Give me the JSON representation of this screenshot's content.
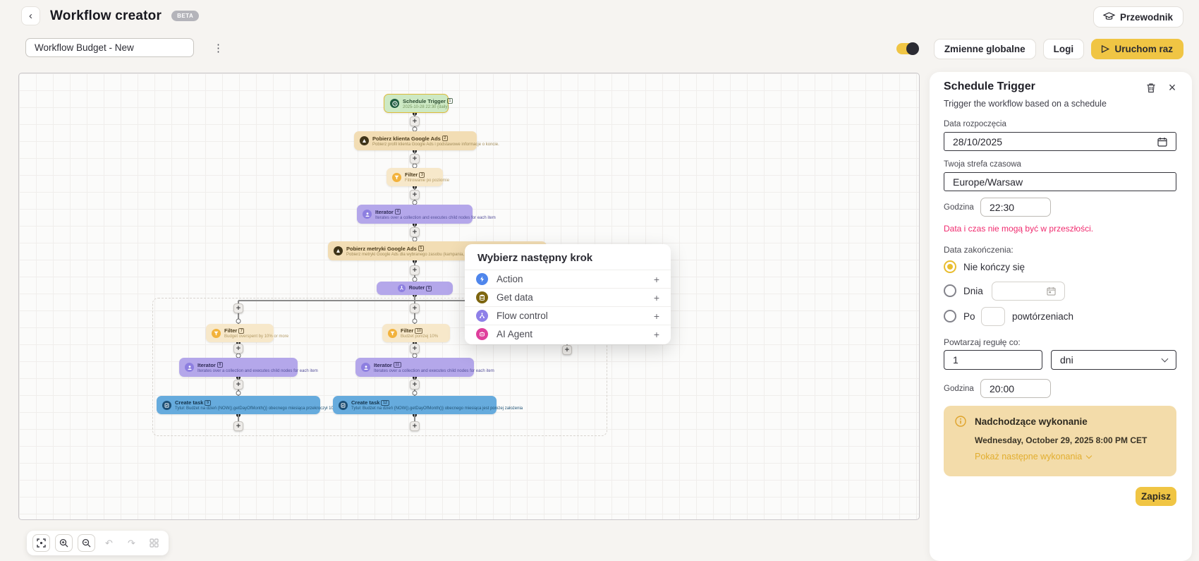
{
  "icons": {
    "plus": "+",
    "back": "‹",
    "kebab": "⋮",
    "close": "×",
    "play": "▷",
    "undo": "↶",
    "redo": "↷"
  },
  "colors": {
    "accent_yellow": "#f0c544",
    "error_pink": "#f02a6e",
    "info_bg": "#f3dcaa",
    "selected_node_border": "#dcbc3a"
  },
  "header": {
    "title": "Workflow creator",
    "beta_badge": "BETA",
    "guide_button": "Przewodnik"
  },
  "toolbar": {
    "workflow_name": "Workflow Budget - New",
    "globals_button": "Zmienne globalne",
    "logs_button": "Logi",
    "run_once_button": "Uruchom raz"
  },
  "canvas": {
    "nodes": [
      {
        "title": "Schedule Trigger",
        "badge": "1",
        "subtitle": "2025-10-28 22:30 (daily)"
      },
      {
        "title": "Pobierz klienta Google Ads",
        "badge": "2",
        "subtitle": "Pobierz profil klienta Google Ads i podstawowe informacje o koncie."
      },
      {
        "title": "Filter",
        "badge": "3",
        "subtitle": "Filtrowanie po poziomie"
      },
      {
        "title": "Iterator",
        "badge": "4",
        "subtitle": "Iterates over a collection and executes child nodes for each item"
      },
      {
        "title": "Pobierz metryki Google Ads",
        "badge": "5",
        "subtitle": "Pobierz metryki Google Ads dla wybranego zasobu (kampania, filtr, grupa reklam) w ujęciu dziennym."
      },
      {
        "title": "Router",
        "badge": "6",
        "subtitle": ""
      },
      {
        "title": "Filter",
        "badge": "7",
        "subtitle": "Budget overspent by 10% or more"
      },
      {
        "title": "Iterator",
        "badge": "8",
        "subtitle": "Iterates over a collection and executes child nodes for each item"
      },
      {
        "title": "Create task",
        "badge": "9",
        "subtitle": "Tytuł: Budżet na dzień {NOW().getDayOfMonth()} obecnego miesiąca przekroczył 10% założenia"
      },
      {
        "title": "Filter",
        "badge": "10",
        "subtitle": "Budżet poniżej 10%"
      },
      {
        "title": "Iterator",
        "badge": "11",
        "subtitle": "Iterates over a collection and executes child nodes for each item"
      },
      {
        "title": "Create task",
        "badge": "12",
        "subtitle": "Tytuł: Budżet na dzień {NOW().getDayOfMonth()} obecnego miesiąca jest poniżej założenia"
      }
    ],
    "popup": {
      "title": "Wybierz następny krok",
      "items": [
        {
          "label": "Action",
          "color": "#4f86ec"
        },
        {
          "label": "Get data",
          "color": "#7d650f"
        },
        {
          "label": "Flow control",
          "color": "#8e80e8"
        },
        {
          "label": "AI Agent",
          "color": "#df3f9c"
        }
      ]
    }
  },
  "panel": {
    "title": "Schedule Trigger",
    "subtitle": "Trigger the workflow based on a schedule",
    "start_date_label": "Data rozpoczęcia",
    "start_date_value": "28/10/2025",
    "timezone_label": "Twoja strefa czasowa",
    "timezone_value": "Europe/Warsaw",
    "time_label": "Godzina",
    "time_value": "22:30",
    "error": "Data i czas nie mogą być w przeszłości.",
    "end_date_label": "Data zakończenia:",
    "radio_never": "Nie kończy się",
    "radio_on_day": "Dnia",
    "radio_after": "Po",
    "radio_after_suffix": "powtórzeniach",
    "repeat_label": "Powtarzaj regułę co:",
    "repeat_value": "1",
    "repeat_unit": "dni",
    "time2_label": "Godzina",
    "time2_value": "20:00",
    "info_title": "Nadchodzące wykonanie",
    "info_date": "Wednesday, October 29, 2025 8:00 PM CET",
    "info_link": "Pokaż następne wykonania",
    "save_button": "Zapisz"
  }
}
